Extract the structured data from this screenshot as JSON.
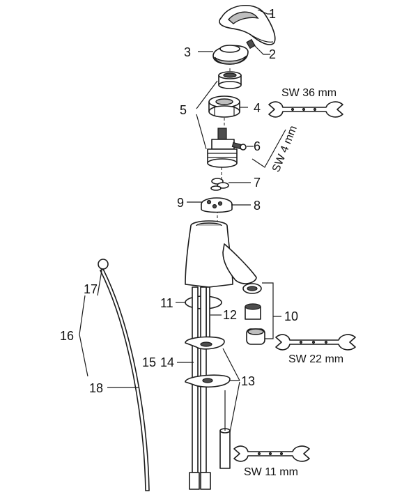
{
  "callouts": {
    "c1": "1",
    "c2": "2",
    "c3": "3",
    "c4": "4",
    "c5": "5",
    "c6": "6",
    "c7": "7",
    "c8": "8",
    "c9": "9",
    "c10": "10",
    "c11": "11",
    "c12": "12",
    "c13": "13",
    "c14": "14",
    "c15": "15",
    "c16": "16",
    "c17": "17",
    "c18": "18"
  },
  "wrench_labels": {
    "sw36": "SW 36 mm",
    "sw4": "SW 4 mm",
    "sw22": "SW 22 mm",
    "sw11": "SW 11 mm"
  },
  "colors": {
    "line": "#1a1a1a",
    "shade": "#bfbfbf",
    "dark": "#4d4d4d"
  }
}
